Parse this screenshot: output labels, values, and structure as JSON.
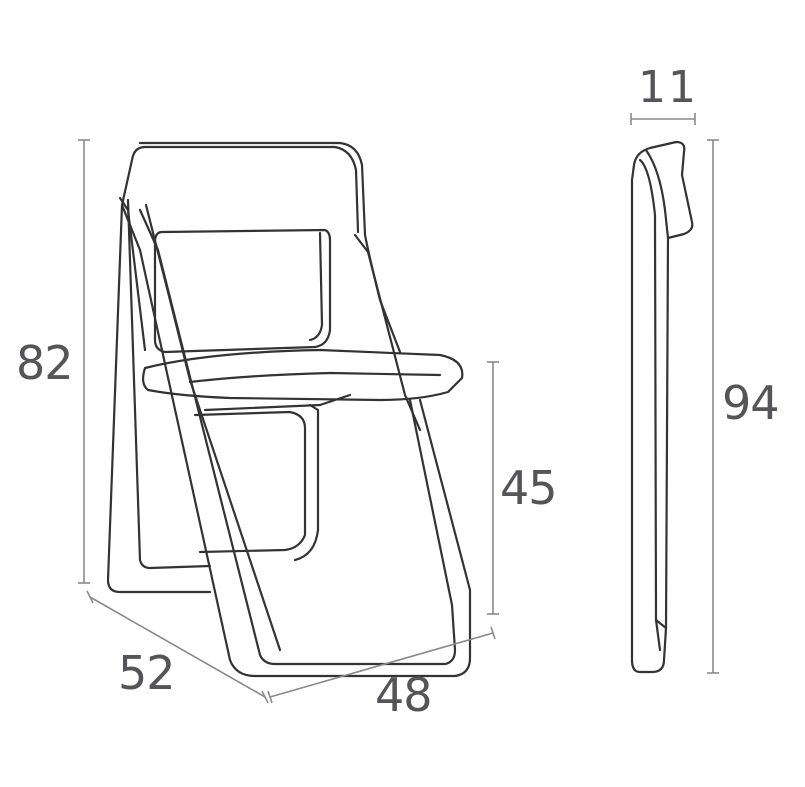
{
  "dimensions": {
    "overall_height": "82",
    "seat_height": "45",
    "depth": "52",
    "width": "48",
    "folded_depth": "11",
    "folded_height": "94"
  },
  "colors": {
    "line": "#333333",
    "dimension_line": "#8a8a8e",
    "label": "#555559",
    "background": "#ffffff"
  }
}
